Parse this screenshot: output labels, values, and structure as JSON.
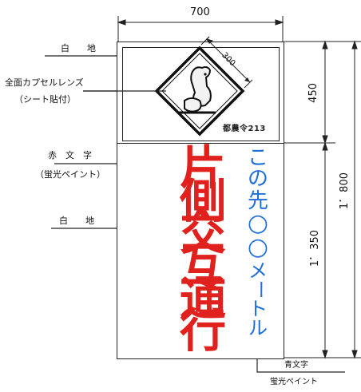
{
  "dimensions": {
    "width_top": "700",
    "upper_height": "450",
    "lower_height": "1．350",
    "total_height": "1．800",
    "diamond_size": "300"
  },
  "labels": {
    "white_ground_top": "白　　地",
    "lens_line1": "全面カプセルレンズ",
    "lens_line2": "（シート貼付）",
    "red_text_line1": "赤　文　字",
    "red_text_line2": "（蛍光ペイント）",
    "white_ground_bottom": "白　　地",
    "blue_text_line1": "青文字",
    "blue_text_line2": "蛍光ペイント"
  },
  "sign": {
    "code": "都農令213",
    "red_chars": [
      "片",
      "側",
      "交",
      "互",
      "通",
      "行"
    ],
    "blue_chars": [
      "こ",
      "の",
      "先",
      "○",
      "○",
      "メ",
      "ー",
      "ト",
      "ル"
    ]
  },
  "colors": {
    "red": "#e0211d",
    "blue": "#1f6fd6",
    "line": "#222222"
  }
}
